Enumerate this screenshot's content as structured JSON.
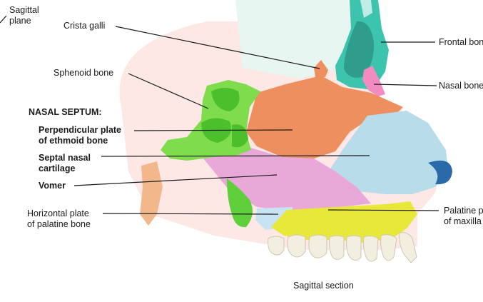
{
  "labels": {
    "sagittal_plane": [
      "Sagittal",
      "plane"
    ],
    "crista_galli": "Crista galli",
    "frontal_bone": "Frontal bone",
    "sphenoid_bone": "Sphenoid bone",
    "nasal_bone": "Nasal bone",
    "nasal_septum": "NASAL SEPTUM:",
    "perpendicular_plate": [
      "Perpendicular plate",
      "of ethmoid bone"
    ],
    "septal_cartilage": [
      "Septal nasal",
      "cartilage"
    ],
    "vomer": "Vomer",
    "horizontal_plate": [
      "Horizontal plate",
      "of palatine bone"
    ],
    "palatine_process": [
      "Palatine process",
      "of maxilla"
    ],
    "caption": "Sagittal section"
  },
  "colors": {
    "frontal": "#3cc4ae",
    "frontal_light": "#bfece4",
    "nasal": "#f28cc0",
    "ethmoid": "#ee8f5f",
    "sphenoid": "#7fdc4c",
    "sphenoid_dark": "#4cc02c",
    "cartilage": "#b8dcea",
    "vomer": "#e8a8d8",
    "maxilla": "#e8e83a",
    "palatine": "#c8e4f2",
    "skin": "#fde6e2",
    "teeth": "#f2eee0",
    "nostril": "#2a6aa8"
  }
}
